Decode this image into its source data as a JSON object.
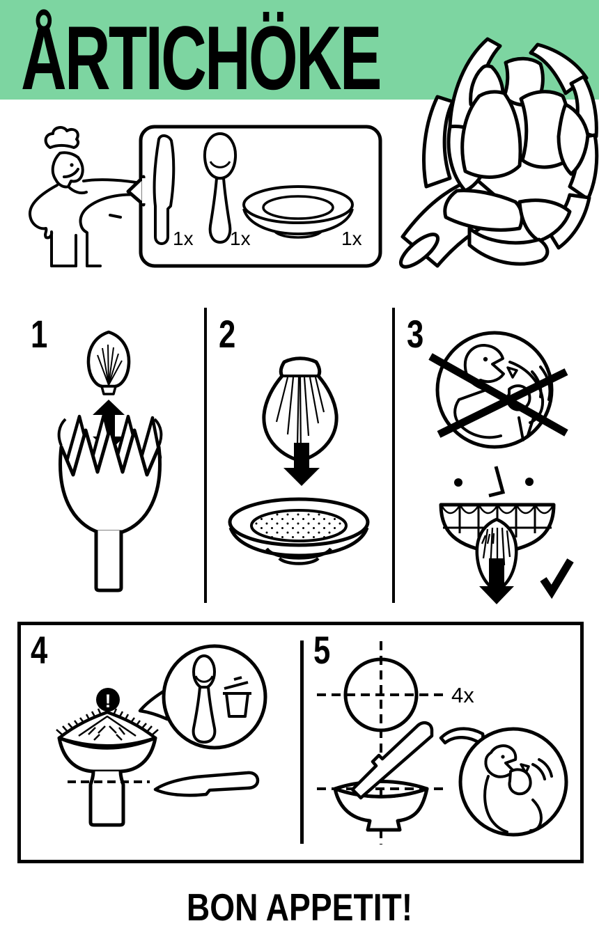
{
  "header": {
    "title": "ÅRTICHÖKE",
    "band_color": "#7DD5A1"
  },
  "materials": {
    "knife_qty": "1x",
    "spoon_qty": "1x",
    "plate_qty": "1x"
  },
  "steps": [
    {
      "number": "1"
    },
    {
      "number": "2"
    },
    {
      "number": "3"
    },
    {
      "number": "4",
      "warning_mark": "!"
    },
    {
      "number": "5",
      "cut_count": "4x"
    }
  ],
  "footer": {
    "text": "BON APPETIT!"
  },
  "colors": {
    "band": "#7DD5A1",
    "ink": "#000000",
    "paper": "#ffffff"
  }
}
